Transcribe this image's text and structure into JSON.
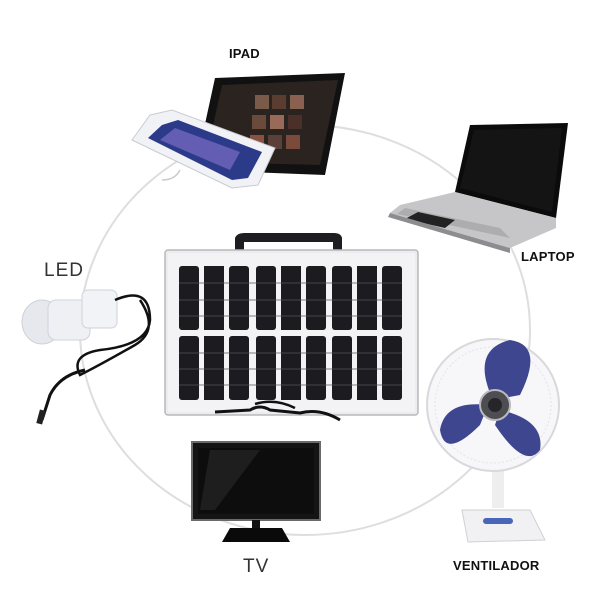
{
  "scene": {
    "description": "Portable solar panel kit powering devices",
    "background": "#ffffff",
    "ring_color": "#dcdcdc"
  },
  "labels": {
    "ipad": "IPAD",
    "laptop": "LAPTOP",
    "led": "LED",
    "tv": "TV",
    "fan": "VENTILADOR"
  },
  "devices": [
    {
      "id": "ipad",
      "name": "Tablet and smartphone"
    },
    {
      "id": "laptop",
      "name": "Laptop"
    },
    {
      "id": "led",
      "name": "LED bulb with cable"
    },
    {
      "id": "tv",
      "name": "Flat screen TV"
    },
    {
      "id": "fan",
      "name": "Desk fan",
      "blade_color": "#3f4690"
    },
    {
      "id": "solar-panel",
      "name": "Portable solar panel case",
      "cell_color": "#1a1a1f",
      "frame_color": "#e9e9ec"
    }
  ]
}
